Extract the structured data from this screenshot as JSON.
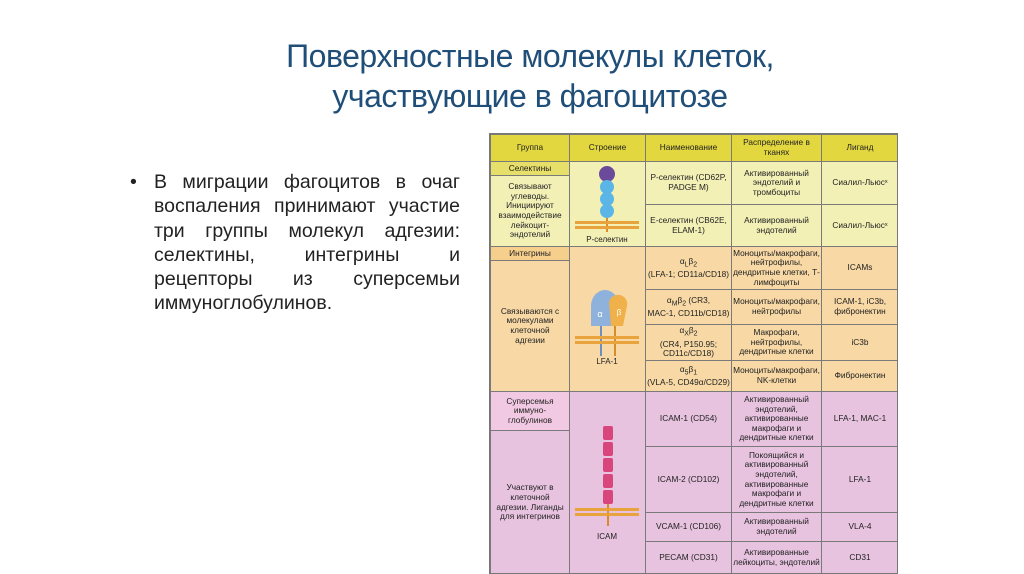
{
  "slide": {
    "title_line1": "Поверхностные молекулы клеток,",
    "title_line2": "участвующие в фагоцитозе",
    "bullet_symbol": "•",
    "bullet_text": "В миграции фагоцитов в очаг воспаления принимают участие три группы молекул адгезии: селектины, интегрины и рецепторы из суперсемьи иммуноглобулинов."
  },
  "table": {
    "headers": [
      "Группа",
      "Строение",
      "Наименование",
      "Распределение в тканях",
      "Лиганд"
    ],
    "groups": {
      "selectins": {
        "label": "Селектины",
        "desc": "Связывают углеводы. Инициируют взаимодействие лейкоцит-эндотелий",
        "structure": "Р-селектин"
      },
      "integrins": {
        "label": "Интегрины",
        "desc": "Связываются с молекулами клеточной адгезии",
        "structure": "LFA-1",
        "alpha": "α",
        "beta": "β"
      },
      "igsf": {
        "label": "Суперсемья иммуно-глобулинов",
        "desc": "Участвуют в клеточной адгезии. Лиганды для интегринов",
        "structure": "ICAM"
      }
    },
    "rows": [
      {
        "name": "Р-селектин (CD62P, PADGE M)",
        "dist": "Активированный эндотелий и тромбоциты",
        "ligand": "Сиалил-Льюсˣ"
      },
      {
        "name": "Е-селектин (CB62E, ELAM-1)",
        "dist": "Активированный эндотелий",
        "ligand": "Сиалил-Льюсˣ"
      },
      {
        "name": "αLβ2 (LFA-1; CD11a/CD18)",
        "dist": "Моноциты/макрофаги, нейтрофилы, дендритные клетки, Т-лимфоциты",
        "ligand": "ICAMs"
      },
      {
        "name": "αMβ2 (CR3, MAC-1, CD11b/CD18)",
        "dist": "Моноциты/макрофаги, нейтрофилы",
        "ligand": "ICAM-1, iC3b, фибронектин"
      },
      {
        "name": "αXβ2 (CR4, P150.95; CD11c/CD18)",
        "dist": "Макрофаги, нейтрофилы, дендритные клетки",
        "ligand": "iC3b"
      },
      {
        "name": "α5β1 (VLA-5, CD49α/CD29)",
        "dist": "Моноциты/макрофаги, NK-клетки",
        "ligand": "Фибронектин"
      },
      {
        "name": "ICAM-1 (CD54)",
        "dist": "Активированный эндотелий, активированные макрофаги и дендритные клетки",
        "ligand": "LFA-1, MAC-1"
      },
      {
        "name": "ICAM-2 (CD102)",
        "dist": "Покоящийся и активированный эндотелий, активированные макрофаги и дендритные клетки",
        "ligand": "LFA-1"
      },
      {
        "name": "VCAM-1 (CD106)",
        "dist": "Активированный эндотелий",
        "ligand": "VLA-4"
      },
      {
        "name": "PECAM (CD31)",
        "dist": "Активированные лейкоциты, эндотелий",
        "ligand": "CD31"
      }
    ]
  },
  "colors": {
    "title": "#1f4e79",
    "header_yellow": "#e3d73f",
    "selectin_yellow": "#f3f0b6",
    "integrin_orange": "#f8d9a6",
    "igsf_pink": "#e7c3df",
    "selectin_blue": "#5bb5e6",
    "selectin_purple": "#6c4a9b",
    "integrin_alpha": "#8fb2dc",
    "integrin_beta": "#f0b04a",
    "icam_pink": "#d9457d",
    "stem_orange": "#d98a2b"
  }
}
